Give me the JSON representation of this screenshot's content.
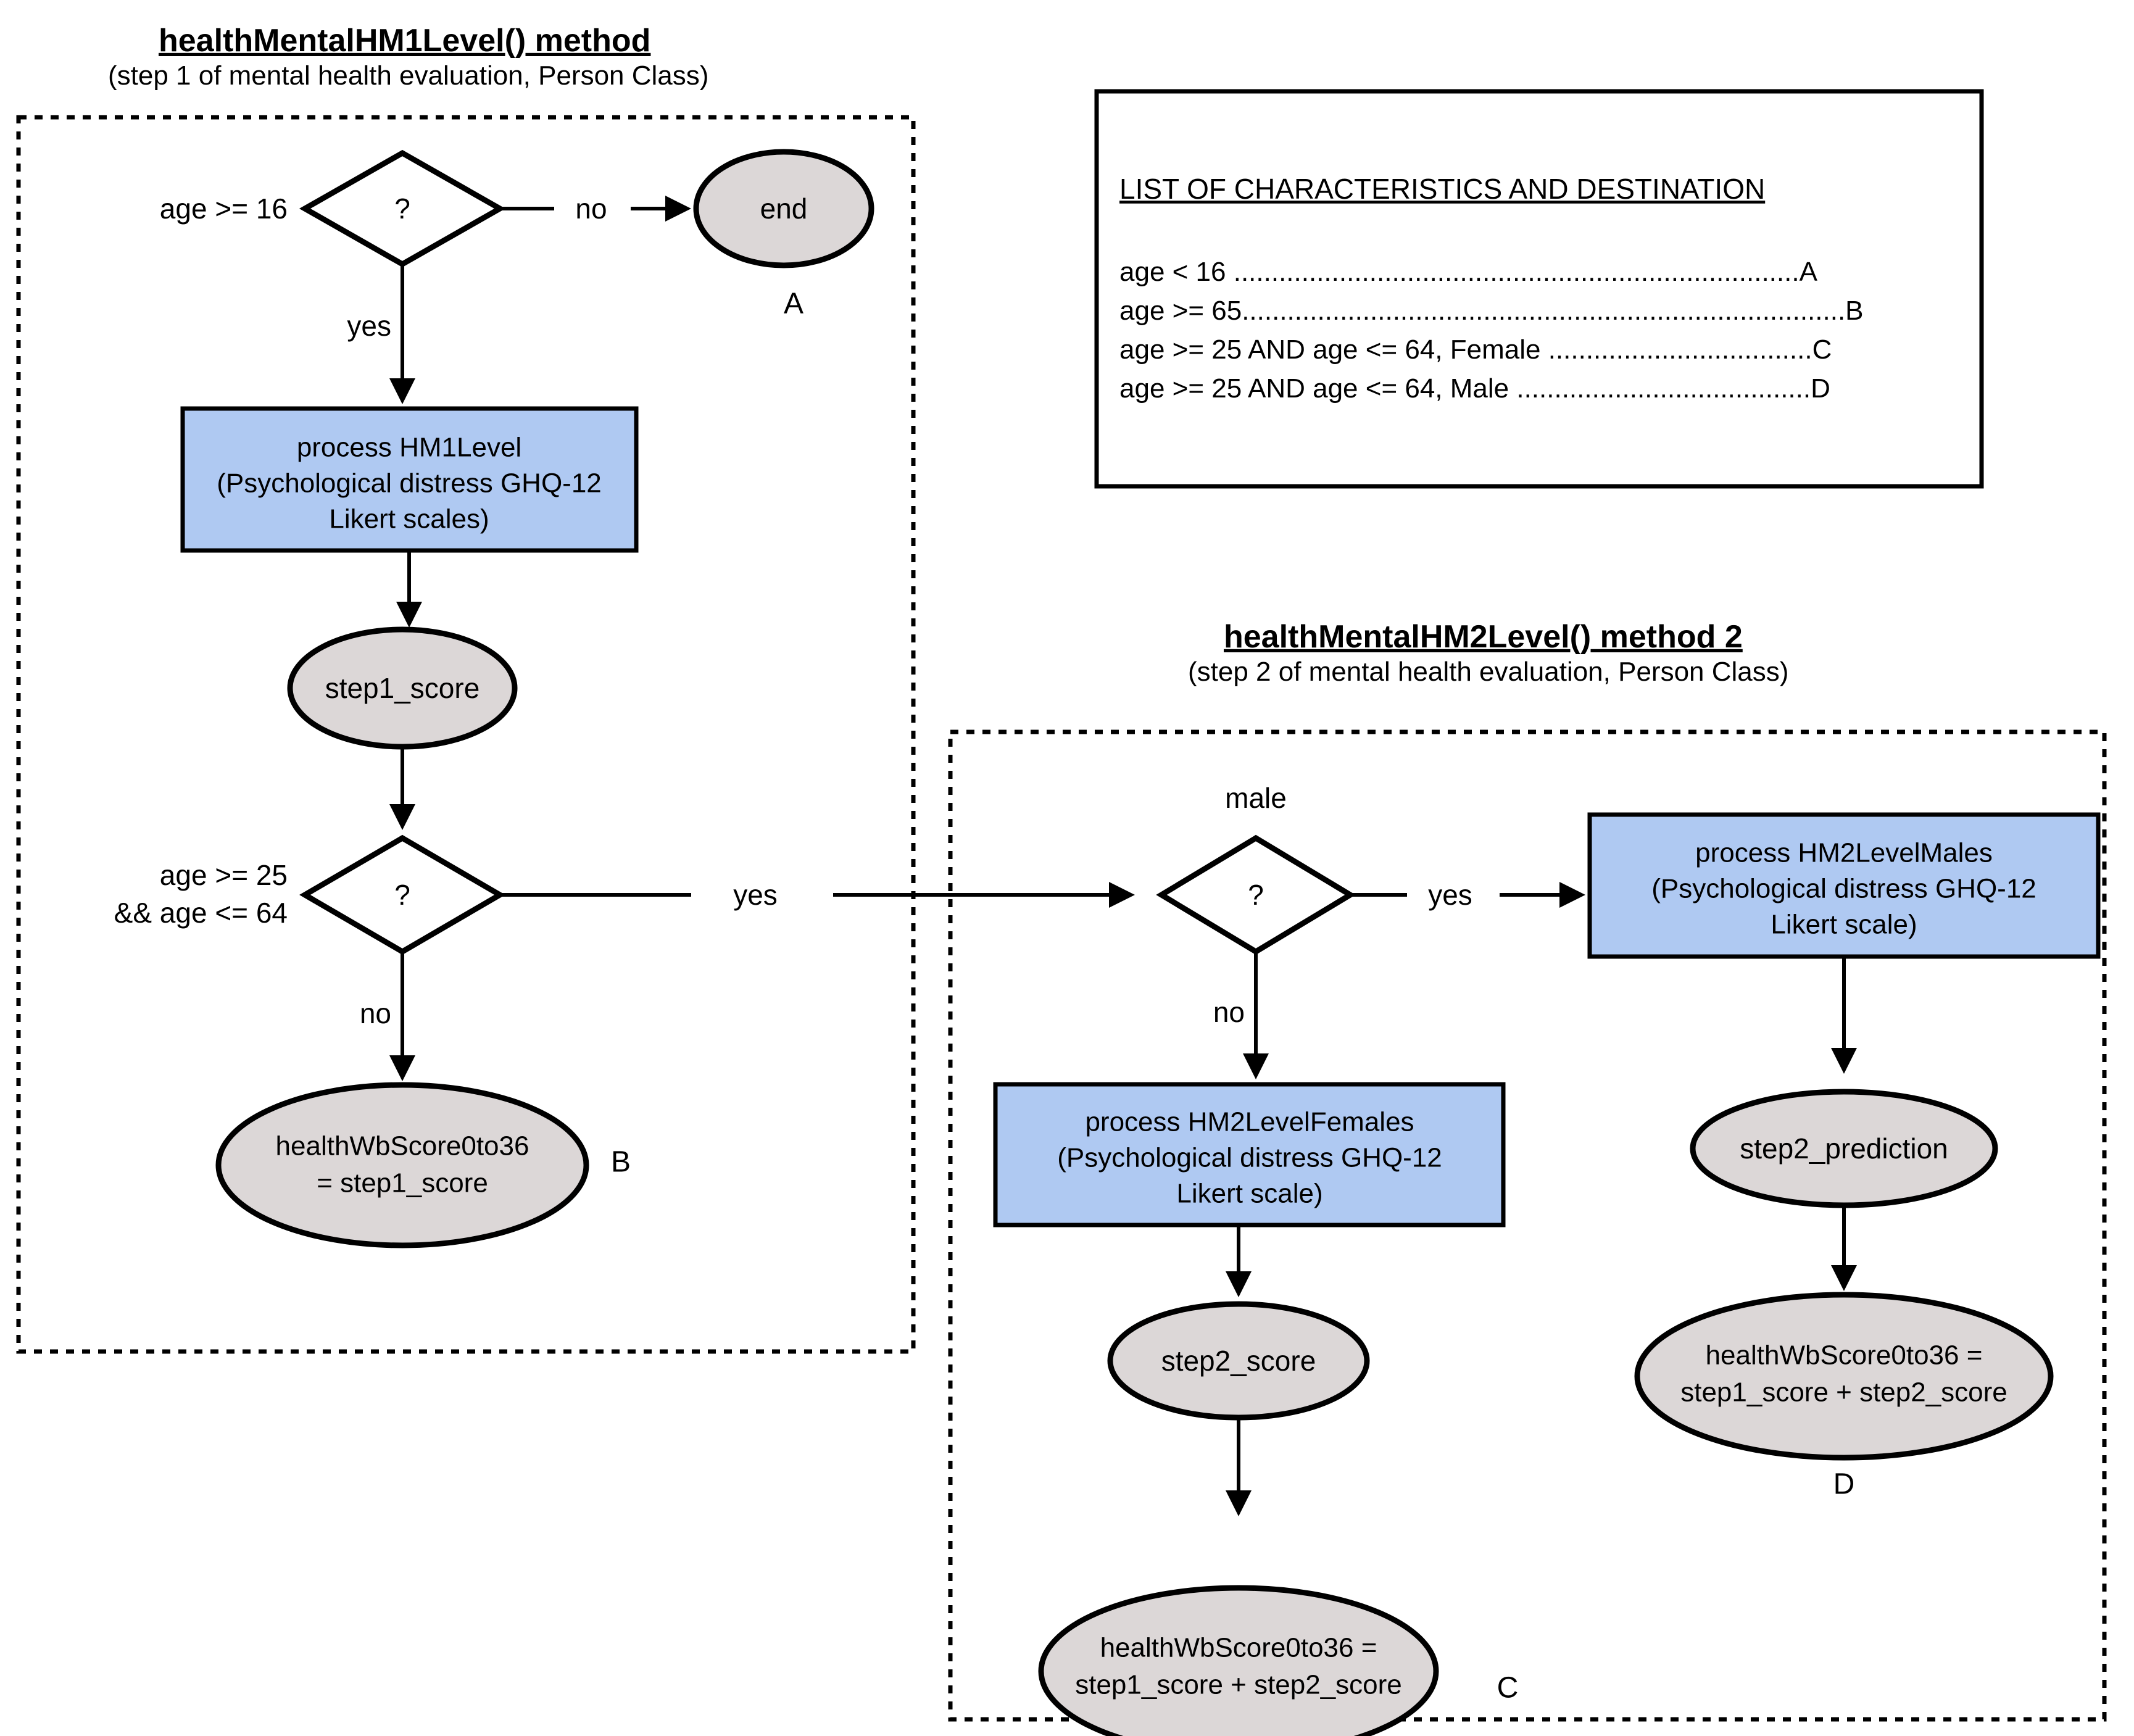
{
  "diagram": {
    "title": "Mental health evaluation flowchart (Person Class)",
    "colors": {
      "process_fill": "#afc9f2",
      "terminal_fill": "#dcd7d7",
      "decision_fill": "#ffffff",
      "stroke": "#000000",
      "background": "#ffffff"
    }
  },
  "method1": {
    "title": "healthMentalHM1Level() method",
    "subtitle": "(step 1 of mental health evaluation, Person Class)",
    "decision1": {
      "condition": "age >= 16",
      "symbol": "?",
      "no_label": "no",
      "yes_label": "yes"
    },
    "end_node": "end",
    "end_destination": "A",
    "process1": {
      "line1": "process HM1Level",
      "line2": "(Psychological distress GHQ-12",
      "line3": "Likert scales)"
    },
    "step1_score": "step1_score",
    "decision2": {
      "condition_line1": "age >= 25",
      "condition_line2": "&& age <= 64",
      "symbol": "?",
      "no_label": "no",
      "yes_label": "yes"
    },
    "result_b": {
      "line1": "healthWbScore0to36",
      "line2": "= step1_score"
    },
    "result_b_destination": "B"
  },
  "method2": {
    "title": "healthMentalHM2Level() method 2",
    "subtitle": "(step 2 of mental health evaluation, Person Class)",
    "decision_male": {
      "condition": "male",
      "symbol": "?",
      "yes_label": "yes",
      "no_label": "no"
    },
    "process_females": {
      "line1": "process HM2LevelFemales",
      "line2": "(Psychological distress GHQ-12",
      "line3": "Likert scale)"
    },
    "process_males": {
      "line1": "process HM2LevelMales",
      "line2": "(Psychological distress GHQ-12",
      "line3": "Likert scale)"
    },
    "step2_score": "step2_score",
    "step2_prediction": "step2_prediction",
    "result_c": {
      "line1": "healthWbScore0to36 =",
      "line2": "step1_score + step2_score"
    },
    "result_c_destination": "C",
    "result_d": {
      "line1": "healthWbScore0to36 =",
      "line2": "step1_score + step2_score"
    },
    "result_d_destination": "D"
  },
  "legend": {
    "title": "LIST OF CHARACTERISTICS AND DESTINATION",
    "rows": [
      {
        "condition": "age < 16",
        "dots": " ...........................................................................",
        "destination": "A"
      },
      {
        "condition": "age >= 65",
        "dots": "................................................................................",
        "destination": "B"
      },
      {
        "condition": "age >= 25 AND age <= 64, Female",
        "dots": " ...................................",
        "destination": "C"
      },
      {
        "condition": "age >= 25 AND age <= 64, Male",
        "dots": " .......................................",
        "destination": "D"
      }
    ]
  }
}
